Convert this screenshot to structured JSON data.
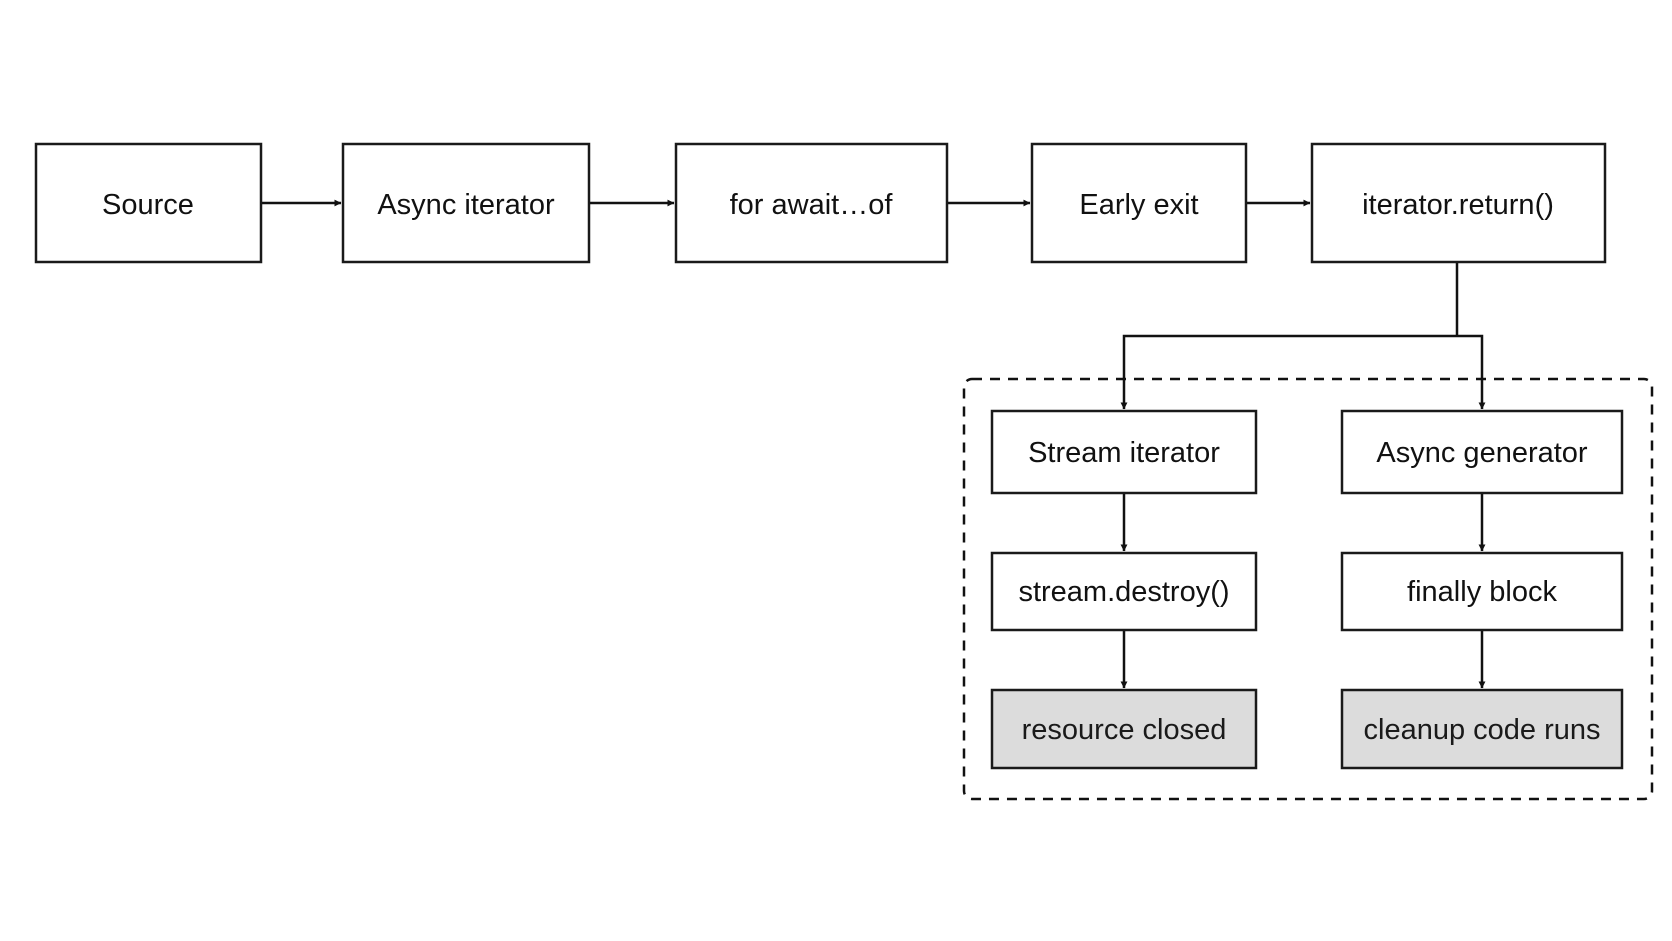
{
  "diagram": {
    "nodes": [
      {
        "id": "source",
        "label": "Source",
        "kind": "step"
      },
      {
        "id": "async_iterator",
        "label": "Async iterator",
        "kind": "step"
      },
      {
        "id": "for_await",
        "label": "for await…of",
        "kind": "step"
      },
      {
        "id": "early_exit",
        "label": "Early exit",
        "kind": "step"
      },
      {
        "id": "iterator_return",
        "label": "iterator.return()",
        "kind": "step"
      },
      {
        "id": "stream_iterator",
        "label": "Stream iterator",
        "kind": "step"
      },
      {
        "id": "async_generator",
        "label": "Async generator",
        "kind": "step"
      },
      {
        "id": "stream_destroy",
        "label": "stream.destroy()",
        "kind": "step"
      },
      {
        "id": "finally_block",
        "label": "finally block",
        "kind": "step"
      },
      {
        "id": "resource_closed",
        "label": "resource closed",
        "kind": "result"
      },
      {
        "id": "cleanup_runs",
        "label": "cleanup code runs",
        "kind": "result"
      }
    ],
    "edges": [
      {
        "from": "source",
        "to": "async_iterator"
      },
      {
        "from": "async_iterator",
        "to": "for_await"
      },
      {
        "from": "for_await",
        "to": "early_exit"
      },
      {
        "from": "early_exit",
        "to": "iterator_return"
      },
      {
        "from": "iterator_return",
        "to": "stream_iterator"
      },
      {
        "from": "iterator_return",
        "to": "async_generator"
      },
      {
        "from": "stream_iterator",
        "to": "stream_destroy"
      },
      {
        "from": "stream_destroy",
        "to": "resource_closed"
      },
      {
        "from": "async_generator",
        "to": "finally_block"
      },
      {
        "from": "finally_block",
        "to": "cleanup_runs"
      }
    ],
    "colors": {
      "stroke": "#111111",
      "result_fill": "#dcdcdc",
      "background": "#ffffff"
    }
  }
}
